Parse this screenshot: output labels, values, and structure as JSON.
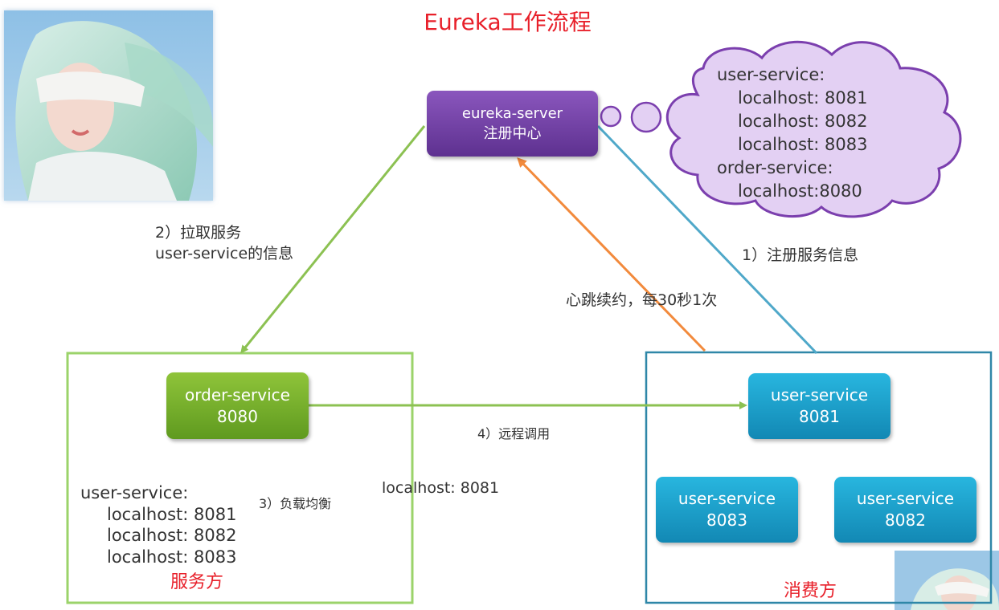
{
  "title": "Eureka工作流程",
  "eureka_server": {
    "line1": "eureka-server",
    "line2": "注册中心"
  },
  "cloud": {
    "lines": [
      "user-service:",
      "localhost: 8081",
      "localhost: 8082",
      "localhost: 8083",
      "order-service:",
      "localhost:8080"
    ]
  },
  "order_service": {
    "name": "order-service",
    "port": "8080"
  },
  "user_services": [
    {
      "name": "user-service",
      "port": "8081"
    },
    {
      "name": "user-service",
      "port": "8083"
    },
    {
      "name": "user-service",
      "port": "8082"
    }
  ],
  "labels": {
    "pull_line1": "2）拉取服务",
    "pull_line2": "user-service的信息",
    "register": "1）注册服务信息",
    "heartbeat": "心跳续约，每30秒1次",
    "remote_call": "4）远程调用",
    "load_balance": "3）负载均衡",
    "chosen": "localhost: 8081"
  },
  "consumer_list": {
    "lines": [
      "user-service:",
      "localhost: 8081",
      "localhost: 8082",
      "localhost: 8083"
    ]
  },
  "provider_caption": "服务方",
  "consumer_caption": "消费方",
  "colors": {
    "green_arrow": "#8cc152",
    "blue_arrow": "#4fa8c9",
    "orange_arrow": "#f28a3c",
    "purple": "#7b3fae",
    "title_red": "#e8202a"
  }
}
